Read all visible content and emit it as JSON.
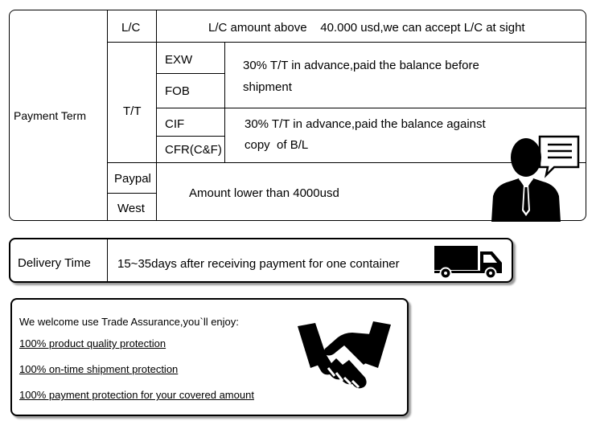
{
  "payment": {
    "term_label": "Payment Term",
    "lc_label": "L/C",
    "lc_text": "L/C amount above    40.000 usd,we can accept L/C at sight",
    "tt_label": "T/T",
    "exw_label": "EXW",
    "fob_label": "FOB",
    "exw_fob_text_1": "30% T/T in advance,paid the balance before",
    "exw_fob_text_2": "shipment",
    "cif_label": "CIF",
    "cfr_label": "CFR(C&F)",
    "cif_cfr_text_1": "30% T/T in advance,paid the balance against",
    "cif_cfr_text_2": "copy  of B/L",
    "paypal_label": "Paypal",
    "west_label": "West",
    "paypal_west_text": "Amount lower than 4000usd",
    "icon": "businessman-chat-icon"
  },
  "delivery": {
    "label": "Delivery Time",
    "text": "15~35days after receiving payment for one container",
    "icon": "truck-icon"
  },
  "assurance": {
    "intro": "We welcome use Trade Assurance,you`ll enjoy:",
    "items": [
      "100% product quality protection",
      "100% on-time shipment protection",
      "100% payment protection for your covered amount"
    ],
    "icon": "handshake-icon"
  }
}
